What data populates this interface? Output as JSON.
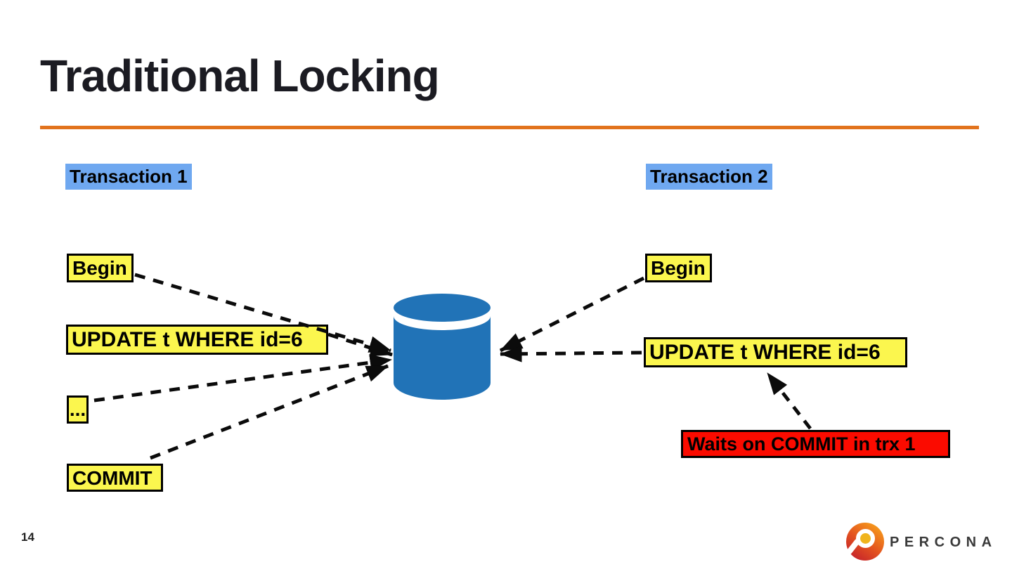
{
  "slide": {
    "title": "Traditional Locking",
    "page_number": "14"
  },
  "diagram": {
    "transaction1": {
      "label": "Transaction 1",
      "steps": {
        "begin": "Begin",
        "update": "UPDATE t WHERE id=6",
        "ellipsis": "...",
        "commit": "COMMIT"
      }
    },
    "transaction2": {
      "label": "Transaction 2",
      "steps": {
        "begin": "Begin",
        "update": "UPDATE t WHERE id=6"
      },
      "wait_note": "Waits on COMMIT in trx 1"
    },
    "icons": {
      "database": "database-cylinder-icon"
    },
    "colors": {
      "highlight_blue": "#6FA8F0",
      "highlight_yellow": "#FBF64E",
      "alert_red": "#FB0B00",
      "database_blue": "#2173B7",
      "accent_orange": "#E2731D",
      "arrow_black": "#0b0b0b"
    }
  },
  "footer": {
    "brand": "PERCONA"
  }
}
